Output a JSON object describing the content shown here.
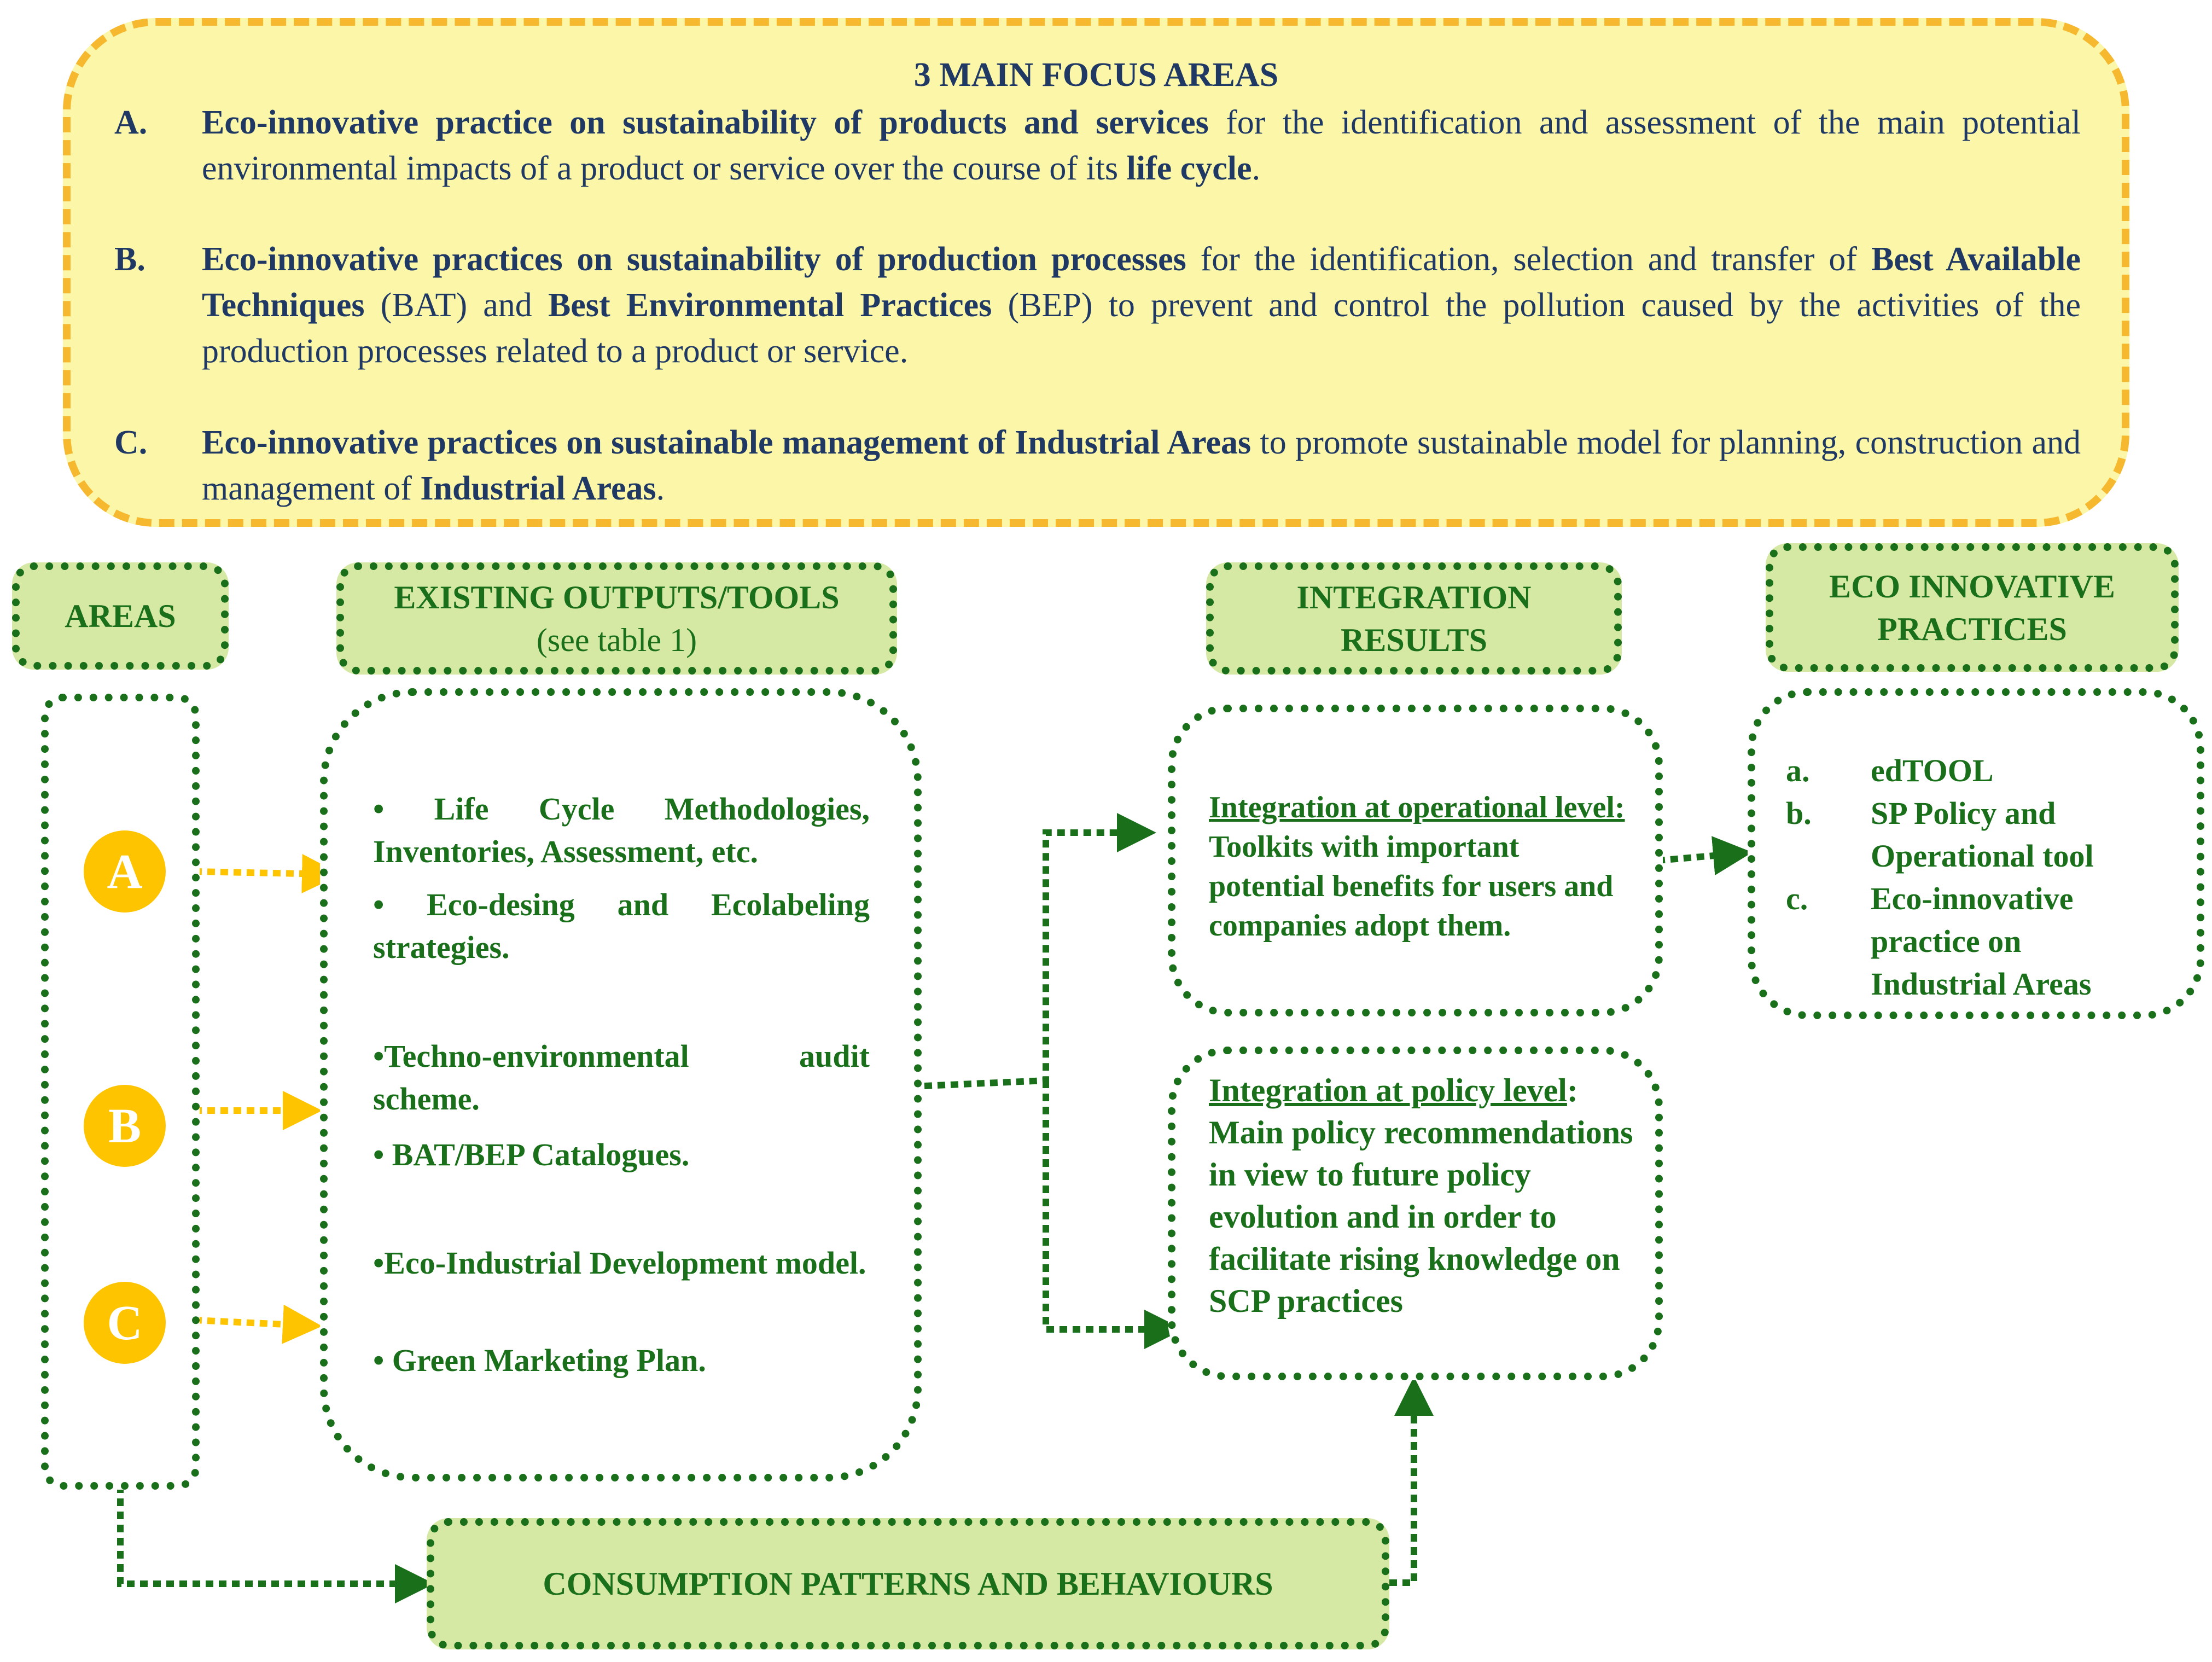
{
  "focus": {
    "title": "3 MAIN FOCUS AREAS",
    "items": [
      {
        "letter": "A.",
        "bold_lead": "Eco-innovative practice on sustainability of products and services",
        "text1": " for the identification and assessment of the main potential environmental impacts of a product or service over the course of its ",
        "bold2": "life cycle",
        "text2": "."
      },
      {
        "letter": "B.",
        "bold_lead": "Eco-innovative practices on sustainability of production processes",
        "text1": " for the identification, selection and transfer of ",
        "bold2": "Best Available Techniques",
        "text2": " (BAT) and ",
        "bold3": "Best Environmental Practices",
        "text3": " (BEP) to prevent and control the pollution caused by the activities of the production processes related to a product or service."
      },
      {
        "letter": "C.",
        "bold_lead": "Eco-innovative practices on sustainable management of Industrial Areas",
        "text1": " to promote sustainable model for planning, construction and management of ",
        "bold2": "Industrial Areas",
        "text2": "."
      }
    ]
  },
  "headers": {
    "areas": "AREAS",
    "outputs": "EXISTING OUTPUTS/TOOLS",
    "outputs_sub": "(see table 1)",
    "integration": "INTEGRATION RESULTS",
    "eco": "ECO INNOVATIVE PRACTICES"
  },
  "areas": [
    "A",
    "B",
    "C"
  ],
  "outputs": [
    "•   Life Cycle Methodologies, Inventories, Assessment, etc.",
    "•   Eco-desing and Ecolabeling strategies.",
    "•Techno-environmental audit scheme.",
    "• BAT/BEP Catalogues.",
    "•Eco-Industrial Development model.",
    "• Green Marketing Plan."
  ],
  "integration": {
    "operational_title": "Integration at operational level:",
    "operational_text": "Toolkits with important potential benefits for users and companies adopt them.",
    "policy_title": "Integration at policy level",
    "policy_colon": ":",
    "policy_text": "Main policy recommendations in view to future policy evolution and in order to facilitate rising knowledge on SCP practices"
  },
  "eco_practices": [
    {
      "letter": "a.",
      "label": "edTOOL"
    },
    {
      "letter": "b.",
      "label": "SP Policy and Operational tool"
    },
    {
      "letter": "c.",
      "label": "Eco-innovative practice on Industrial Areas"
    }
  ],
  "consumption": "CONSUMPTION PATTERNS AND BEHAVIOURS",
  "colors": {
    "green": "#1a6f1a",
    "light_green": "#d5e8a4",
    "yellow_fill": "#fbf6a8",
    "yellow_border": "#f5b82e",
    "circle": "#ffc400",
    "navy": "#1f3864"
  }
}
